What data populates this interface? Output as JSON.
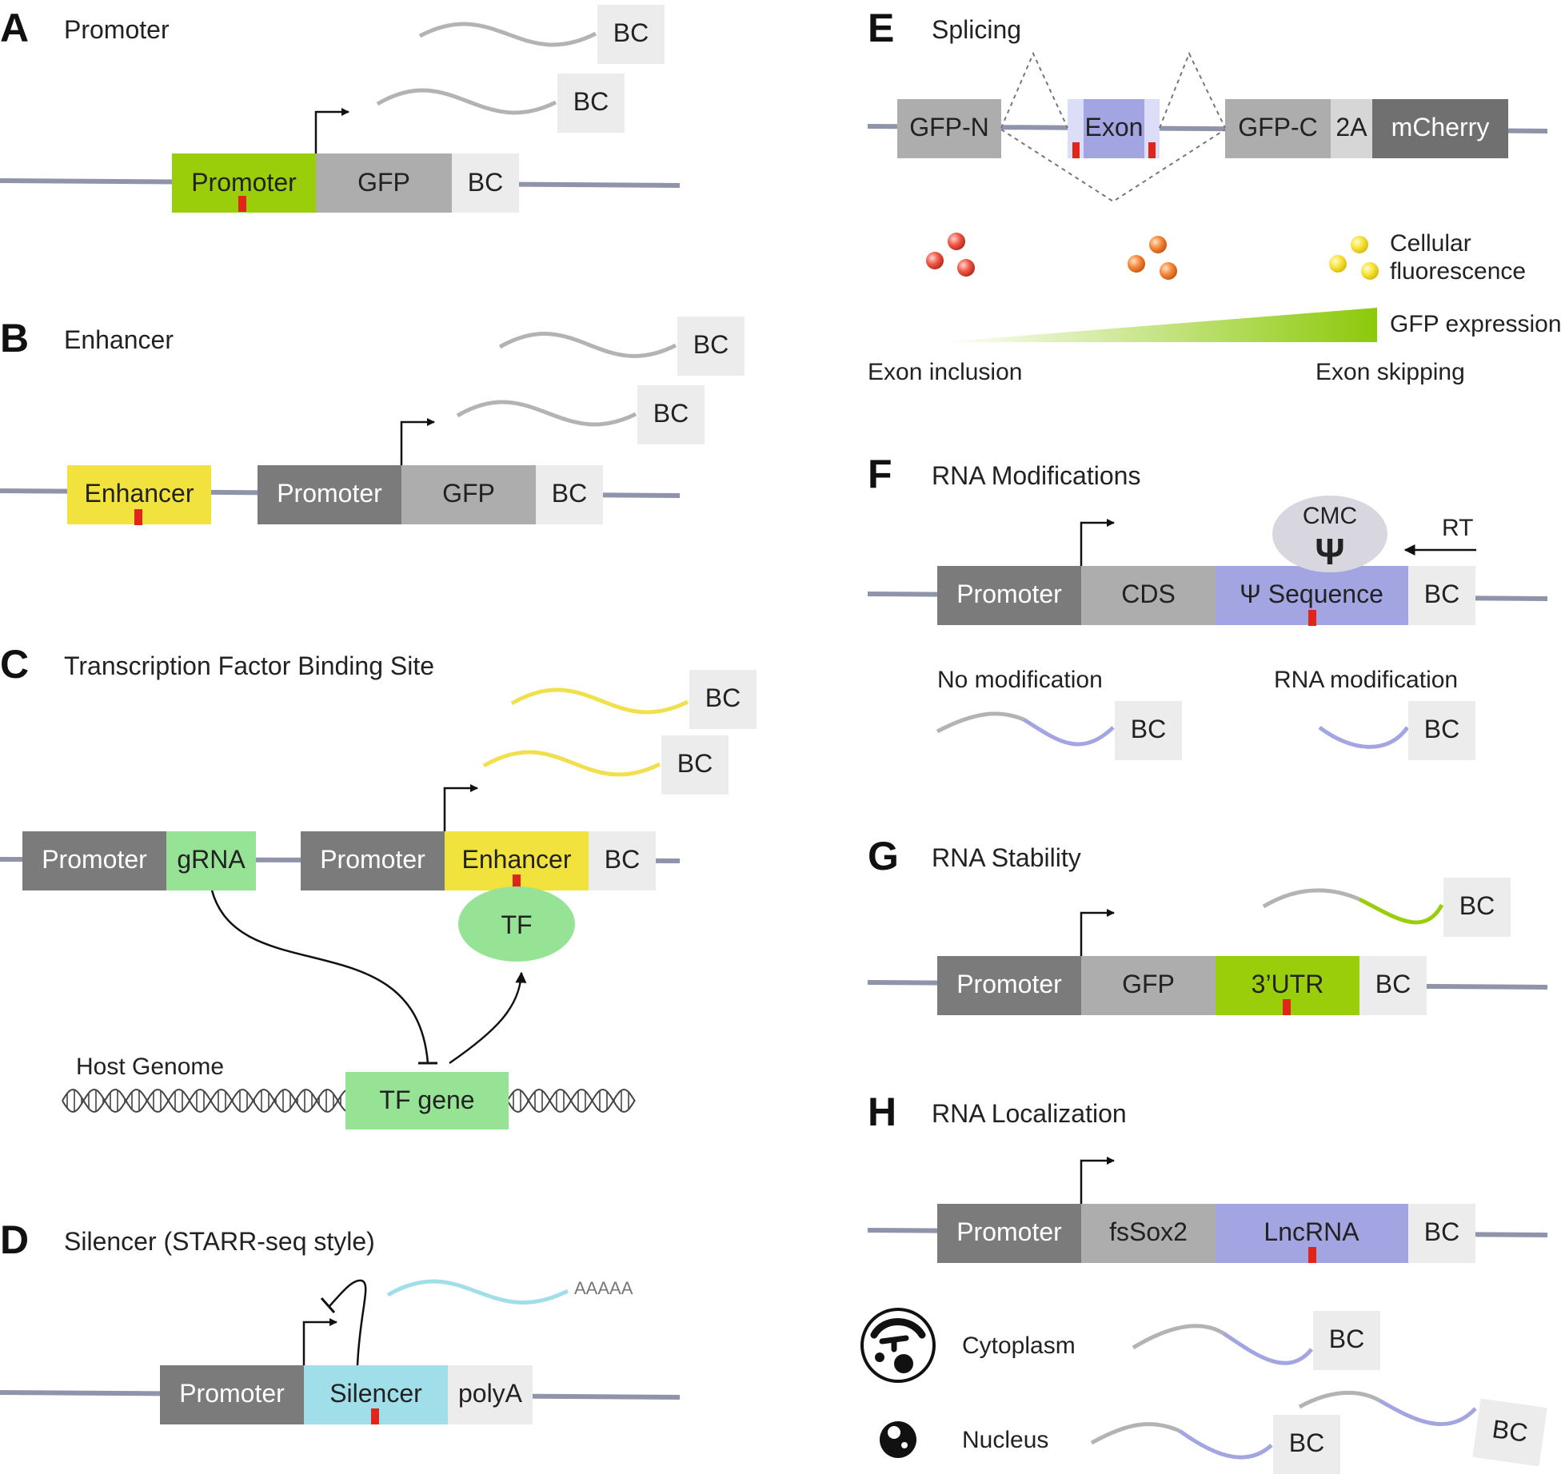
{
  "panels": {
    "A": {
      "letter": "A",
      "title": "Promoter",
      "blocks": {
        "promoter": "Promoter",
        "gfp": "GFP",
        "bc": "BC"
      },
      "transcripts": [
        "BC",
        "BC"
      ]
    },
    "B": {
      "letter": "B",
      "title": "Enhancer",
      "blocks": {
        "enhancer": "Enhancer",
        "promoter": "Promoter",
        "gfp": "GFP",
        "bc": "BC"
      },
      "transcripts": [
        "BC",
        "BC"
      ]
    },
    "C": {
      "letter": "C",
      "title": "Transcription Factor Binding Site",
      "blocks": {
        "promoter1": "Promoter",
        "grna": "gRNA",
        "promoter2": "Promoter",
        "enhancer": "Enhancer",
        "bc": "BC"
      },
      "tf": "TF",
      "host_genome": "Host Genome",
      "tf_gene": "TF gene",
      "transcripts": [
        "BC",
        "BC"
      ]
    },
    "D": {
      "letter": "D",
      "title": "Silencer (STARR-seq style)",
      "blocks": {
        "promoter": "Promoter",
        "silencer": "Silencer",
        "polya": "polyA"
      },
      "polya_tail": "AAAAA"
    },
    "E": {
      "letter": "E",
      "title": "Splicing",
      "blocks": {
        "gfp_n": "GFP-N",
        "exon": "Exon",
        "gfp_c": "GFP-C",
        "t2a": "2A",
        "mcherry": "mCherry"
      },
      "cellular_fluorescence": "Cellular\nfluorescence",
      "gfp_expression": "GFP expression",
      "exon_inclusion": "Exon inclusion",
      "exon_skipping": "Exon skipping"
    },
    "F": {
      "letter": "F",
      "title": "RNA Modifications",
      "blocks": {
        "promoter": "Promoter",
        "cds": "CDS",
        "psi_sequence": "Ψ Sequence",
        "bc": "BC"
      },
      "cmc": "CMC",
      "psi": "Ψ",
      "rt": "RT",
      "no_modification": "No modification",
      "rna_modification": "RNA modification",
      "transcripts": [
        "BC",
        "BC"
      ]
    },
    "G": {
      "letter": "G",
      "title": "RNA Stability",
      "blocks": {
        "promoter": "Promoter",
        "gfp": "GFP",
        "utr": "3’UTR",
        "bc": "BC"
      },
      "transcripts": [
        "BC"
      ]
    },
    "H": {
      "letter": "H",
      "title": "RNA Localization",
      "blocks": {
        "promoter": "Promoter",
        "fssox2": "fsSox2",
        "lncrna": "LncRNA",
        "bc": "BC"
      },
      "cytoplasm": "Cytoplasm",
      "nucleus": "Nucleus",
      "transcripts": [
        "BC",
        "BC",
        "BC"
      ]
    }
  },
  "colors": {
    "backbone": "#8f94ab",
    "promoter_green": "#9acd0a",
    "enhancer_yellow": "#f2e23e",
    "promoter_dark": "#7b7b7b",
    "gfp_grey": "#adadad",
    "bc_light": "#ececec",
    "grna_green": "#96e396",
    "silencer_cyan": "#a0dfea",
    "lavender": "#a3a5e2",
    "mutation_red": "#e0251b",
    "mcherry": "#707070"
  }
}
